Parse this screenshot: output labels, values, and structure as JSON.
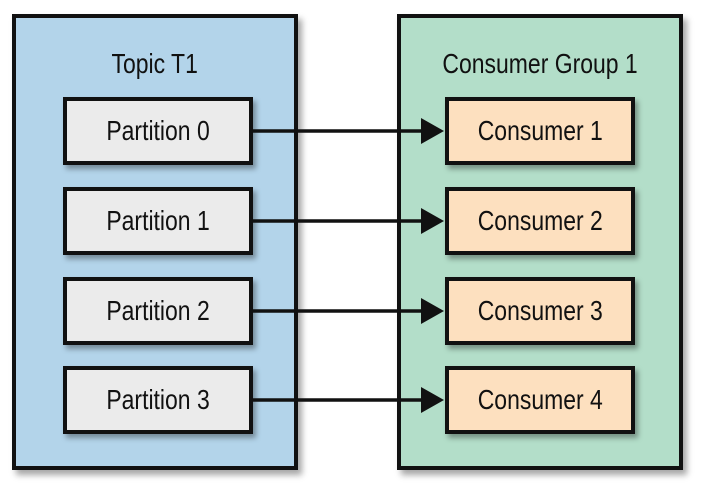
{
  "colors": {
    "topic_bg": "#b3d4ea",
    "group_bg": "#b3dec9",
    "partition_bg": "#ebebeb",
    "consumer_bg": "#fde0bf",
    "stroke": "#111111"
  },
  "topic": {
    "title": "Topic T1",
    "partitions": [
      "Partition 0",
      "Partition 1",
      "Partition 2",
      "Partition 3"
    ]
  },
  "consumer_group": {
    "title": "Consumer Group 1",
    "consumers": [
      "Consumer 1",
      "Consumer 2",
      "Consumer 3",
      "Consumer 4"
    ]
  },
  "edges": [
    [
      "Partition 0",
      "Consumer 1"
    ],
    [
      "Partition 1",
      "Consumer 2"
    ],
    [
      "Partition 2",
      "Consumer 3"
    ],
    [
      "Partition 3",
      "Consumer 4"
    ]
  ]
}
